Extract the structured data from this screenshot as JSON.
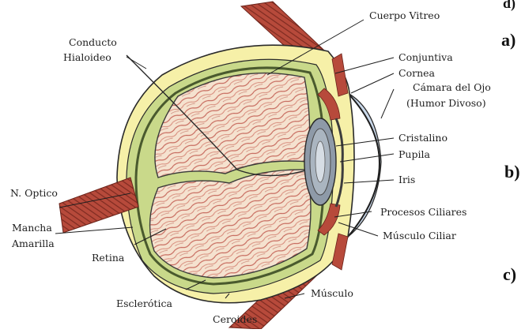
{
  "labels": {
    "cuerpo_vitreo": "Cuerpo Vitreo",
    "conducto": "Conducto",
    "hialoideo": "Hialoideo",
    "conjuntiva": "Conjuntiva",
    "cornea": "Cornea",
    "camara": "Cámara del Ojo",
    "humor": "(Humor Divoso)",
    "cristalino": "Cristalino",
    "pupila": "Pupila",
    "iris": "Iris",
    "n_optico": "N. Optico",
    "procesos": "Procesos Ciliares",
    "mancha": "Mancha",
    "amarilla": "Amarilla",
    "retina": "Retina",
    "musculo_ciliar": "Músculo Ciliar",
    "musculo": "Músculo",
    "esclerotica": "Esclerótica",
    "ceroides": "Ceroides"
  },
  "side_letters": {
    "top": "d)",
    "a": "a)",
    "b": "b)",
    "c": "c)"
  },
  "colors": {
    "sclera": "#f6f0a8",
    "choroid": "#c9d98a",
    "retina": "#5a6b3a",
    "vitreous": "#f4dcc6",
    "vitreous_streaks": "#b8443a",
    "lens": "#8a97a6",
    "aqueous": "#c7d6e8",
    "muscle": "#b74a3b",
    "outline": "#2a2a2a"
  }
}
